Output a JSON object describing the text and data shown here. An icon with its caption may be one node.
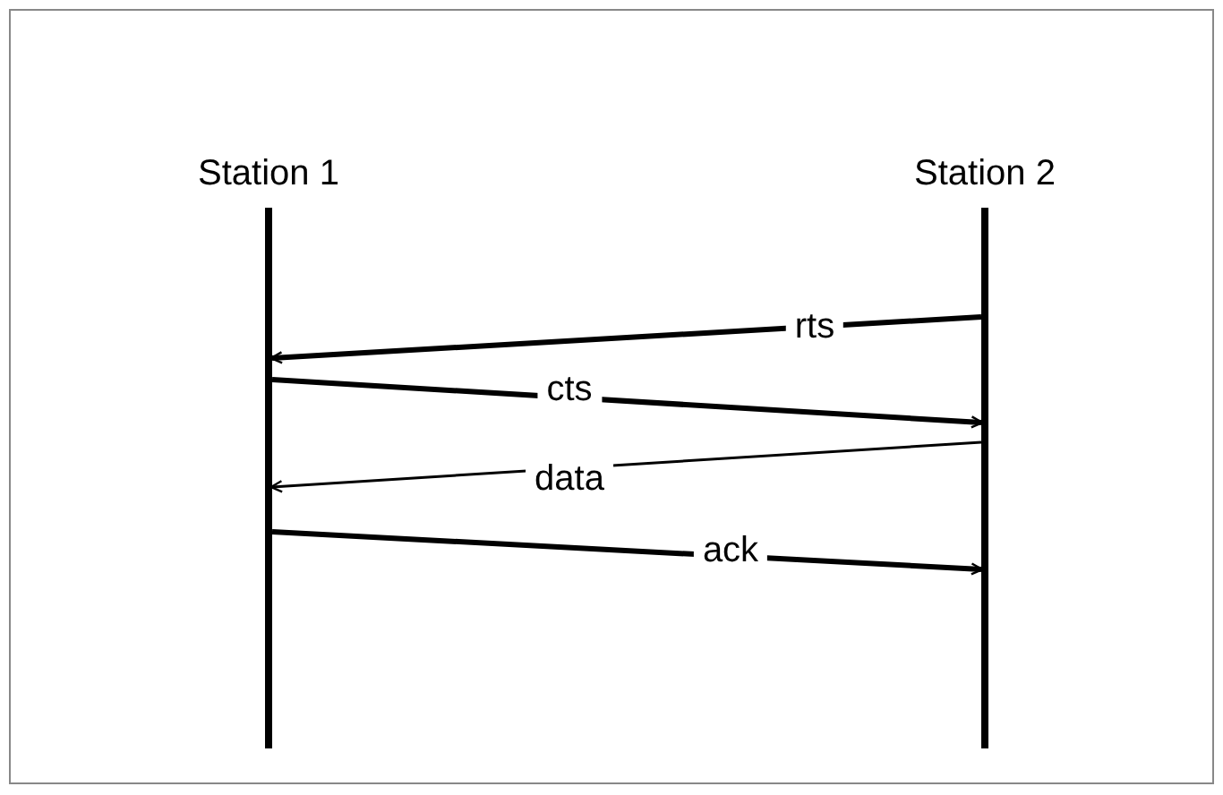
{
  "diagram": {
    "nodes": [
      {
        "text": [
          "Station 1"
        ]
      },
      {
        "text": [
          "Station 2"
        ]
      }
    ],
    "edges": [
      {
        "from": 1,
        "to": 0,
        "arrow": "to",
        "label": "rts"
      },
      {
        "from": 0,
        "to": 1,
        "arrow": "to",
        "label": "cts"
      },
      {
        "from": 1,
        "to": 0,
        "arrow": "to",
        "label": "data"
      },
      {
        "from": 0,
        "to": 1,
        "arrow": "to",
        "label": "ack"
      }
    ]
  }
}
